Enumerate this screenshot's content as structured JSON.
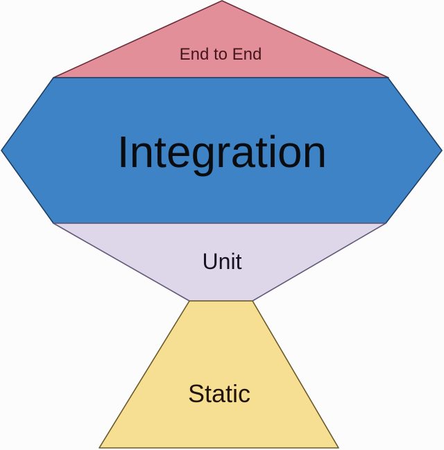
{
  "background": "#fcfcfd",
  "trophy": {
    "layers": [
      {
        "label": "End to End",
        "fill": "#e28f99",
        "stroke": "#6b2f3a",
        "text_color": "#45151b"
      },
      {
        "label": "Integration",
        "fill": "#3d83c5",
        "stroke": "#1f3f63",
        "text_color": "#0b0c10"
      },
      {
        "label": "Unit",
        "fill": "#ddd7e9",
        "stroke": "#625777",
        "text_color": "#161020"
      },
      {
        "label": "Static",
        "fill": "#f6df93",
        "stroke": "#6a5a2b",
        "text_color": "#211309"
      }
    ]
  }
}
